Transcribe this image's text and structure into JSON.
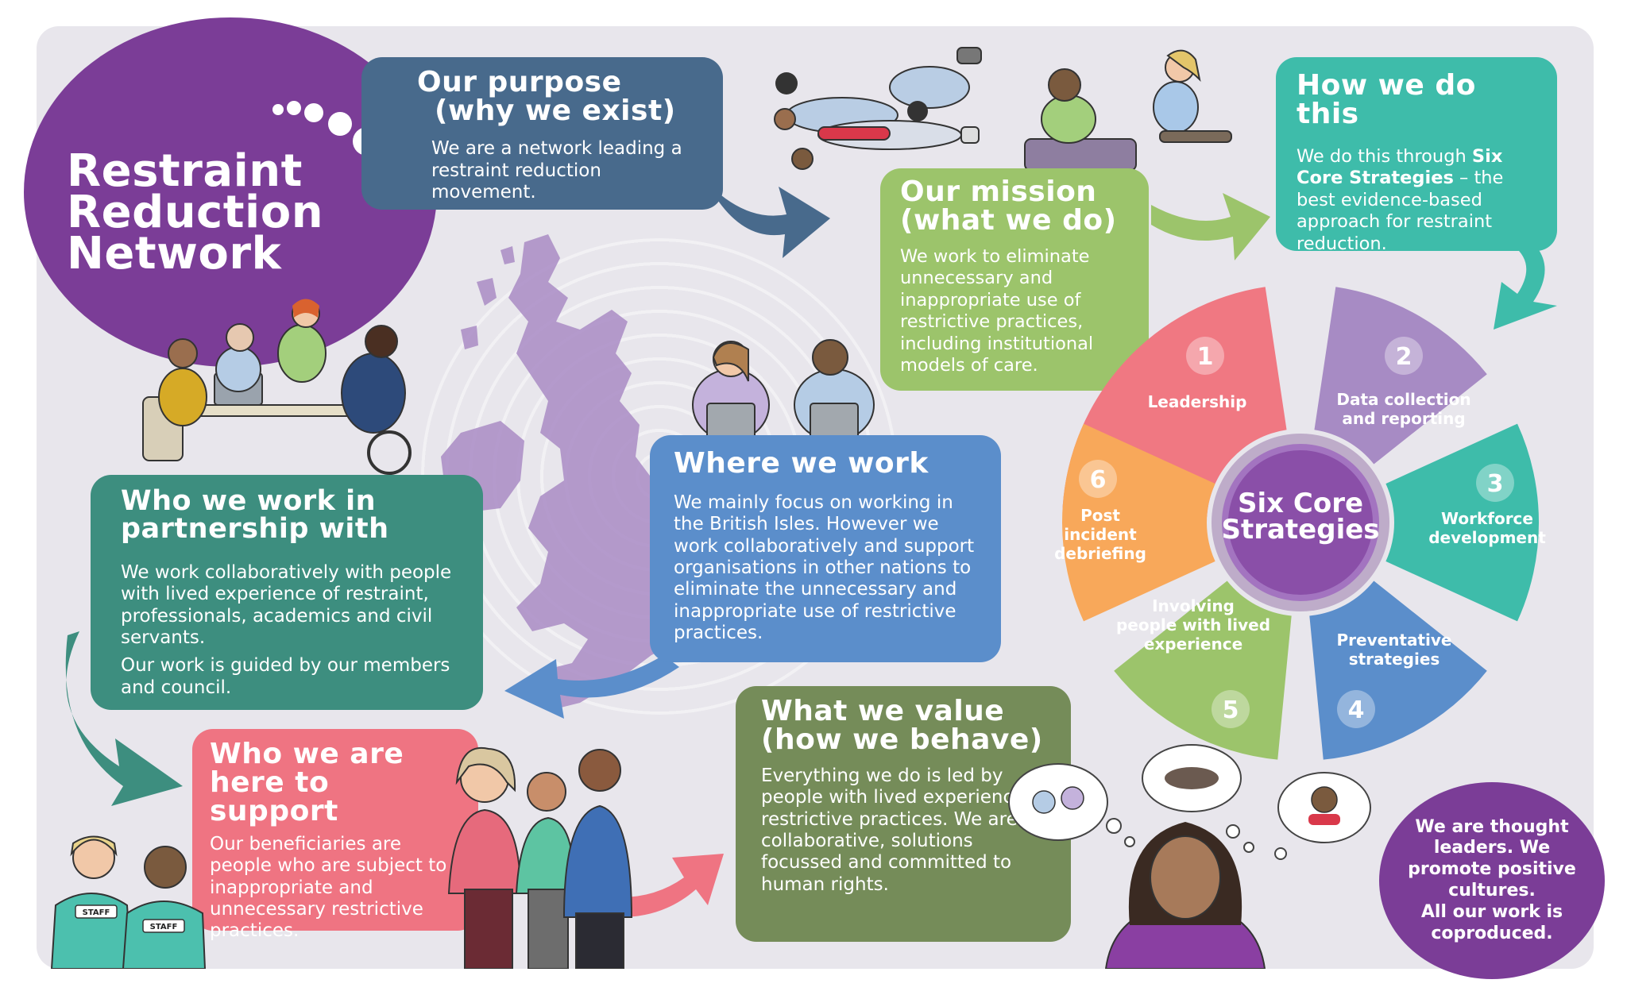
{
  "logo": {
    "line1": "Restraint",
    "line2": "Reduction",
    "line3": "Network"
  },
  "purpose": {
    "title_line1": "Our purpose",
    "title_line2": "(why we exist)",
    "text": "We are a network leading a restraint reduction movement."
  },
  "mission": {
    "title_line1": "Our mission",
    "title_line2": "(what we do)",
    "text": "We work to eliminate unnecessary and inappropriate use of restrictive practices, including institutional models of care."
  },
  "how": {
    "title": "How we do this",
    "text_before": "We do this through ",
    "text_bold": "Six Core Strategies",
    "text_after": " – the best evidence-based approach for restraint reduction."
  },
  "partner": {
    "title_line1": "Who we work in",
    "title_line2": "partnership with",
    "text1": "We work collaboratively with people with lived experience of restraint, professionals, academics and civil servants.",
    "text2": "Our work is guided by our members and council."
  },
  "where": {
    "title": "Where we work",
    "text": "We mainly focus on working in the British Isles. However we work collaboratively and support organisations in other nations to eliminate the unnecessary and inappropriate use of restrictive practices."
  },
  "support": {
    "title_line1": "Who we are",
    "title_line2": "here to support",
    "text": "Our beneficiaries are people who are subject to inappropriate and unnecessary restrictive practices."
  },
  "value": {
    "title_line1": "What we value",
    "title_line2": "(how we behave)",
    "text": "Everything we do is led by people with lived experience of restrictive practices. We are collaborative, solutions focussed and committed to human rights."
  },
  "thought": {
    "line1": "We are thought",
    "line2": "leaders. We",
    "line3": "promote positive",
    "line4": "cultures.",
    "line5": "All our work is",
    "line6": "coproduced."
  },
  "strategies": {
    "center_line1": "Six Core",
    "center_line2": "Strategies",
    "items": [
      {
        "number": "1",
        "label_line1": "Leadership",
        "label_line2": "",
        "label_line3": "",
        "color": "#f07882"
      },
      {
        "number": "2",
        "label_line1": "Data collection",
        "label_line2": "and reporting",
        "label_line3": "",
        "color": "#a78bc4"
      },
      {
        "number": "3",
        "label_line1": "Workforce",
        "label_line2": "development",
        "label_line3": "",
        "color": "#3ebcaa"
      },
      {
        "number": "4",
        "label_line1": "Preventative",
        "label_line2": "strategies",
        "label_line3": "",
        "color": "#5b8ecb"
      },
      {
        "number": "5",
        "label_line1": "Involving",
        "label_line2": "people with lived",
        "label_line3": "experience",
        "color": "#9cc46b"
      },
      {
        "number": "6",
        "label_line1": "Post",
        "label_line2": "incident",
        "label_line3": "debriefing",
        "color": "#f8a85a"
      }
    ]
  },
  "badges": {
    "staff1": "STAFF",
    "staff2": "STAFF"
  },
  "colors": {
    "purple": "#7b3d97",
    "navy": "#486a8c",
    "green": "#9cc46b",
    "teal": "#3ebcaa",
    "dark_teal": "#3d8e7f",
    "blue": "#5b8ecb",
    "pink": "#ef7482",
    "olive": "#758c59",
    "orange": "#f8a85a",
    "lilac": "#a78bc4"
  }
}
